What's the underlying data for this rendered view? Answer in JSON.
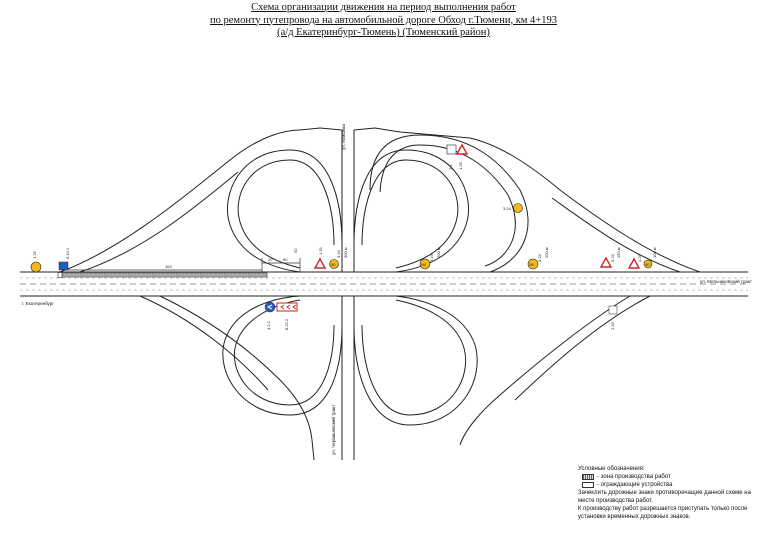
{
  "title": {
    "line1": "Схема организации движения на период выполнения работ",
    "line2": "по ремонту путепровода на автомобильной дороге Обход г.Тюмени, км 4+193",
    "line3": "(а/д Екатеринбург-Тюмень) (Тюменский район)"
  },
  "streets": {
    "north": "ул. Максима",
    "south": "ул. Червишевский тракт",
    "west": "г. Екатеринбург",
    "east": "ул. Мельниковский тракт"
  },
  "dimensions": {
    "d1": "163",
    "d2": "20",
    "d3": "60",
    "d4": "50"
  },
  "signs": {
    "s1": "1.25",
    "s2": "6.19.1",
    "s3": "1.25",
    "s4": "3.24",
    "s5": "3.24",
    "s6": "3.24",
    "s7": "3.24",
    "s8": "1.25",
    "s9": "4.2.2",
    "s10": "8.22.2",
    "s11": "1.25",
    "s12": "3.24",
    "s13": "7.1",
    "s14": "1.25",
    "dist1": "300 м",
    "dist2": "200 м",
    "dist3": "200 м",
    "dist4": "150 м",
    "dist5": "100 м",
    "limit1": "50",
    "limit2": "60",
    "limit3": "50",
    "limit4": "40"
  },
  "legend": {
    "heading": "Условные обозначения:",
    "zone": "- зона производства работ",
    "fence": "- ограждающие устройства",
    "note1": "Зачеклить дорожные знаки противоречащие данной схеме на месте производства работ.",
    "note2": "К производству работ разрешается приступать только после установки временных дорожных знаков."
  },
  "colors": {
    "sign_red": "#d2232a",
    "sign_yellow": "#f3b71d",
    "sign_blue": "#1f5fbf",
    "line": "#222222"
  }
}
